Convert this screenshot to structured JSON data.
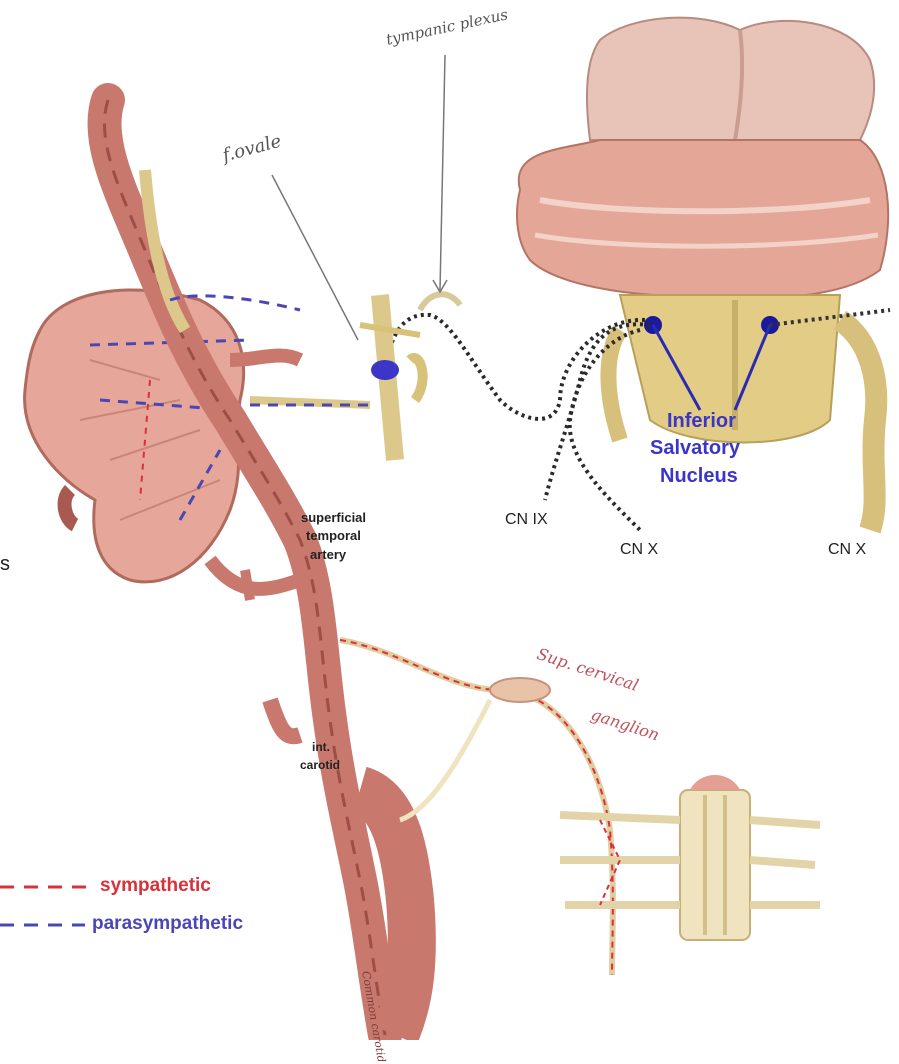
{
  "labels": {
    "tympanic_plexus": "tympanic plexus",
    "foramen_ovale": "f.ovale",
    "nucleus_line1": "Inferior",
    "nucleus_line2": "Salvatory",
    "nucleus_line3": "Nucleus",
    "cn_ix": "CN IX",
    "cn_x": "CN X",
    "cn_x_right": "CN X",
    "superficial_temporal_artery_1": "superficial",
    "superficial_temporal_artery_2": "temporal",
    "superficial_temporal_artery_3": "artery",
    "int_carotid_1": "int.",
    "int_carotid_2": "carotid",
    "sup_cervical_ganglion_1": "Sup. cervical",
    "sup_cervical_ganglion_2": "ganglion",
    "left_edge_letter": "s",
    "bottom_artery_label": "Common carotid"
  },
  "legend": {
    "sympathetic": "sympathetic",
    "parasympathetic": "parasympathetic",
    "sympathetic_color": "#d9303a",
    "parasympathetic_color": "#4a47b5"
  },
  "colors": {
    "artery": "#c9786e",
    "artery_dark": "#9c4f47",
    "gland": "#e6a69a",
    "brainstem": "#e9b7a8",
    "nerve_yellow": "#d8c27a",
    "nerve_pale": "#efe4bf"
  }
}
